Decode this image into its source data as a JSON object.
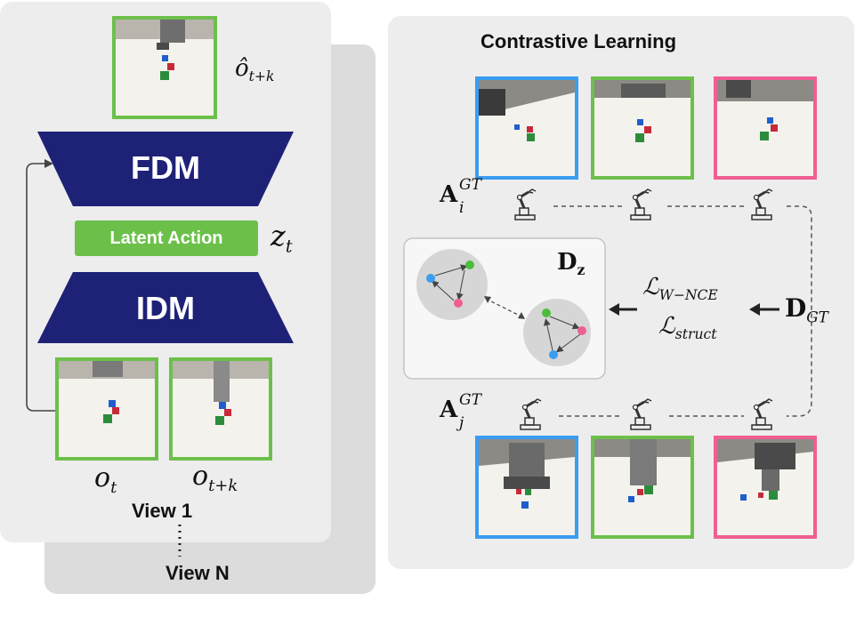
{
  "left_panel": {
    "fdm_label": "FDM",
    "idm_label": "IDM",
    "latent_action_label": "Latent Action",
    "latent_symbol": "z",
    "latent_sub": "t",
    "pred_obs_symbol": "ô",
    "pred_obs_sub": "t+k",
    "obs_t_symbol": "o",
    "obs_t_sub": "t",
    "obs_tk_symbol": "o",
    "obs_tk_sub": "t+k",
    "view1_label": "View 1",
    "viewN_label": "View N"
  },
  "right_panel": {
    "title": "Contrastive Learning",
    "a_i_symbol": "A",
    "a_i_sup": "GT",
    "a_i_sub": "i",
    "a_j_symbol": "A",
    "a_j_sup": "GT",
    "a_j_sub": "j",
    "dz_symbol": "D",
    "dz_sub": "z",
    "dgt_symbol": "D",
    "dgt_sub": "GT",
    "loss_wnce_symbol": "ℒ",
    "loss_wnce_sub": "W−NCE",
    "loss_struct_symbol": "ℒ",
    "loss_struct_sub": "struct"
  },
  "colors": {
    "navy": "#1e2277",
    "green": "#6cc04a",
    "blue": "#3a9df0",
    "pink": "#ef5f93",
    "panel_gray": "#ededed",
    "back_panel_gray": "#dcdcdc"
  }
}
